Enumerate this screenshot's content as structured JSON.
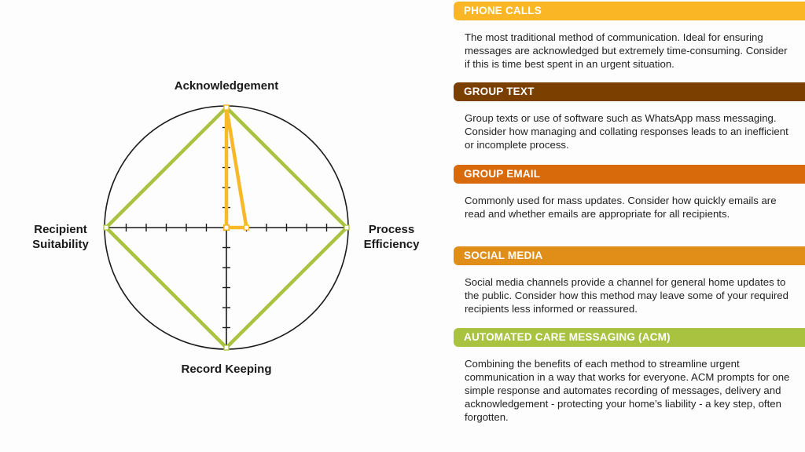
{
  "chart_data": {
    "type": "radar",
    "axes": [
      "Acknowledgement",
      "Process Efficiency",
      "Record Keeping",
      "Recipient Suitability"
    ],
    "axis_label_lines": {
      "top": [
        "Acknowledgement"
      ],
      "right": [
        "Process",
        "Efficiency"
      ],
      "bottom": [
        "Record Keeping"
      ],
      "left": [
        "Recipient",
        "Suitability"
      ]
    },
    "scale_max": 6,
    "series": [
      {
        "key": "phone",
        "color": "#f7b928",
        "values": [
          6,
          1,
          0,
          0
        ]
      },
      {
        "key": "text",
        "color": "#7b3f00",
        "values": [
          0,
          0,
          0,
          0
        ]
      },
      {
        "key": "email",
        "color": "#d96a0b",
        "values": [
          0,
          0,
          0,
          0
        ]
      },
      {
        "key": "social",
        "color": "#e08e18",
        "values": [
          0,
          0,
          0,
          0
        ]
      },
      {
        "key": "acm",
        "color": "#a9c23f",
        "values": [
          6,
          6,
          6,
          6
        ]
      }
    ]
  },
  "methods": [
    {
      "title": "PHONE CALLS",
      "color": "#fbb625",
      "description": "The most traditional method of communication. Ideal for ensuring messages are acknowledged but extremely time-consuming. Consider if this is time best spent in an urgent situation."
    },
    {
      "title": "GROUP TEXT",
      "color": "#7b3f00",
      "description": "Group texts or use of software such as WhatsApp mass messaging. Consider how managing and collating responses leads to an inefficient or incomplete process."
    },
    {
      "title": "GROUP EMAIL",
      "color": "#d96a0b",
      "description": "Commonly used for mass updates. Consider how quickly emails are read and whether emails are appropriate for all recipients."
    },
    {
      "title": "SOCIAL MEDIA",
      "color": "#e08e18",
      "description": "Social media channels provide a channel for general home updates to the public. Consider how this method may leave some of your required recipients less informed or reassured."
    },
    {
      "title": "AUTOMATED CARE MESSAGING (ACM)",
      "color": "#a9c23f",
      "description": "Combining the benefits of each method to streamline urgent communication in a way that works for everyone. ACM prompts for one simple response and automates recording of messages, delivery and acknowledgement - protecting your home’s liability - a key step, often forgotten."
    }
  ]
}
